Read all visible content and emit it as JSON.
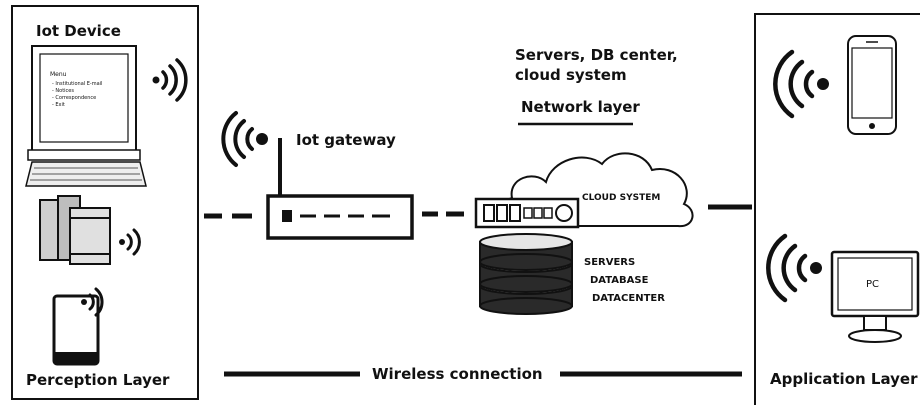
{
  "perception": {
    "title": "Iot Device",
    "caption": "Perception Layer",
    "menu": {
      "heading": "Menu",
      "items": [
        "- Institutional E-mail",
        "- Notices",
        "- Correspondence",
        "- Exit"
      ]
    }
  },
  "gateway": {
    "label": "Iot gateway"
  },
  "network": {
    "heading_line1": "Servers, DB center,",
    "heading_line2": "cloud system",
    "layer_label": "Network layer",
    "cloud_label": "CLOUD SYSTEM",
    "servers_lines": [
      "SERVERS",
      "DATABASE",
      "DATACENTER"
    ]
  },
  "connection": {
    "label": "Wireless connection"
  },
  "application": {
    "caption": "Application Layer",
    "pc_label": "PC"
  },
  "colors": {
    "ink": "#111111",
    "background": "#ffffff",
    "panel_fill": "#d9d9d9"
  },
  "icons": [
    "desktop-computer-icon",
    "books-icon",
    "tablet-icon",
    "router-icon",
    "cloud-icon",
    "server-rack-icon",
    "database-icon",
    "smartphone-icon",
    "monitor-icon",
    "wifi-signal-icon"
  ]
}
